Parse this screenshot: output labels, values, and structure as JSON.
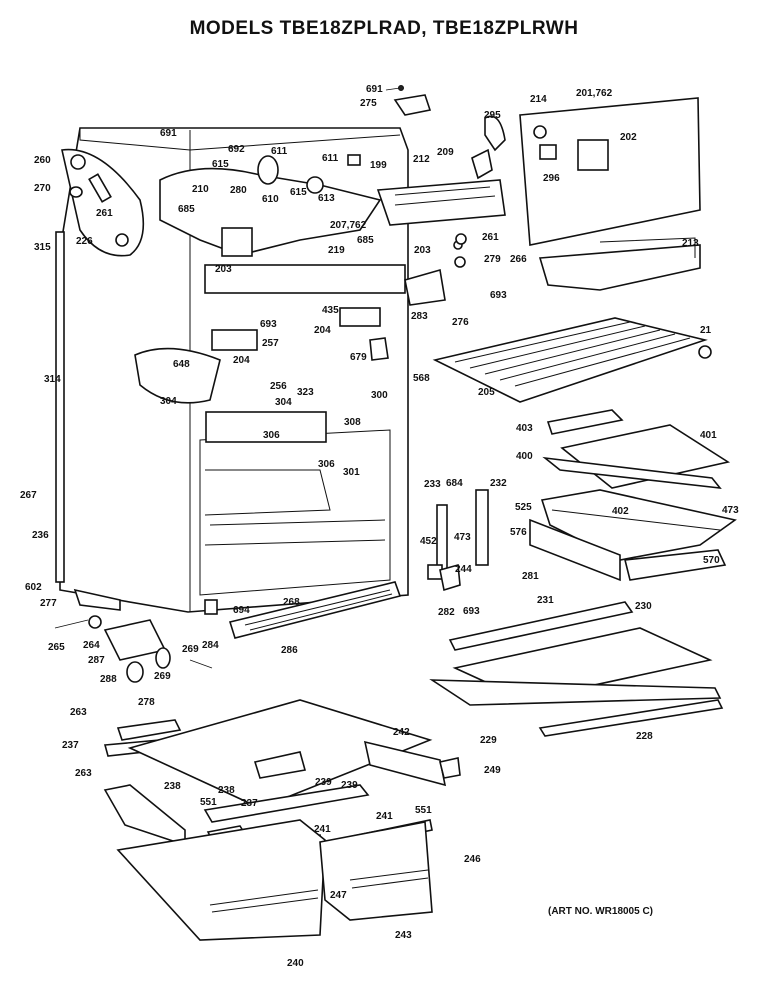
{
  "title": "MODELS TBE18ZPLRAD, TBE18ZPLRWH",
  "art_no": "(ART NO. WR18005 C)",
  "labels": [
    "691",
    "275",
    "214",
    "201,762",
    "295",
    "691",
    "692",
    "611",
    "199",
    "209",
    "202",
    "260",
    "270",
    "261",
    "615",
    "610",
    "611",
    "615",
    "613",
    "212",
    "296",
    "280",
    "210",
    "685",
    "207,762",
    "315",
    "226",
    "685",
    "219",
    "203",
    "261",
    "279",
    "266",
    "213",
    "203",
    "693",
    "283",
    "276",
    "435",
    "204",
    "21",
    "693",
    "257",
    "679",
    "648",
    "204",
    "568",
    "300",
    "205",
    "314",
    "256",
    "323",
    "304",
    "304",
    "308",
    "403",
    "401",
    "306",
    "400",
    "306",
    "301",
    "233",
    "684",
    "232",
    "267",
    "525",
    "452",
    "402",
    "473",
    "576",
    "570",
    "473",
    "244",
    "281",
    "236",
    "602",
    "277",
    "694",
    "268",
    "282",
    "693",
    "231",
    "230",
    "265",
    "264",
    "284",
    "287",
    "269",
    "286",
    "288",
    "269",
    "278",
    "263",
    "242",
    "229",
    "228",
    "237",
    "249",
    "263",
    "239",
    "238",
    "551",
    "239",
    "551",
    "238",
    "237",
    "241",
    "241",
    "246",
    "247",
    "243",
    "240"
  ]
}
